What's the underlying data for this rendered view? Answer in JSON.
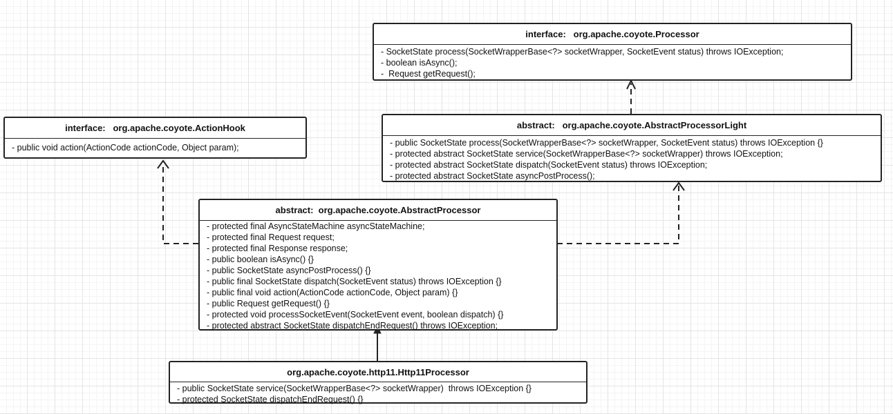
{
  "classes": {
    "processor": {
      "title": "interface:   org.apache.coyote.Processor",
      "members": [
        "- SocketState process(SocketWrapperBase<?> socketWrapper, SocketEvent status) throws IOException;",
        "- boolean isAsync();",
        "-  Request getRequest();"
      ]
    },
    "action_hook": {
      "title": "interface:   org.apache.coyote.ActionHook",
      "members": [
        "- public void action(ActionCode actionCode, Object param);"
      ]
    },
    "abstract_processor_light": {
      "title": "abstract:   org.apache.coyote.AbstractProcessorLight",
      "members": [
        "- public SocketState process(SocketWrapperBase<?> socketWrapper, SocketEvent status) throws IOException {}",
        "- protected abstract SocketState service(SocketWrapperBase<?> socketWrapper) throws IOException;",
        "- protected abstract SocketState dispatch(SocketEvent status) throws IOException;",
        "- protected abstract SocketState asyncPostProcess();"
      ]
    },
    "abstract_processor": {
      "title": "abstract:  org.apache.coyote.AbstractProcessor",
      "members": [
        "- protected final AsyncStateMachine asyncStateMachine;",
        "- protected final Request request;",
        "- protected final Response response;",
        "- public boolean isAsync() {}",
        "- public SocketState asyncPostProcess() {}",
        "- public final SocketState dispatch(SocketEvent status) throws IOException {}",
        "- public final void action(ActionCode actionCode, Object param) {}",
        "- public Request getRequest() {}",
        "- protected void processSocketEvent(SocketEvent event, boolean dispatch) {}",
        "- protected abstract SocketState dispatchEndRequest() throws IOException;"
      ]
    },
    "http11_processor": {
      "title": "org.apache.coyote.http11.Http11Processor",
      "members": [
        "- public SocketState service(SocketWrapperBase<?> socketWrapper)  throws IOException {}",
        "- protected SocketState dispatchEndRequest() {}"
      ]
    }
  },
  "relations": [
    {
      "from": "abstract_processor_light",
      "to": "processor",
      "kind": "realization"
    },
    {
      "from": "abstract_processor",
      "to": "action_hook",
      "kind": "realization"
    },
    {
      "from": "abstract_processor",
      "to": "abstract_processor_light",
      "kind": "realization"
    },
    {
      "from": "http11_processor",
      "to": "abstract_processor",
      "kind": "inheritance"
    }
  ],
  "colors": {
    "line": "#222222",
    "box_border": "#222222",
    "grid": "#e4e4e4"
  }
}
